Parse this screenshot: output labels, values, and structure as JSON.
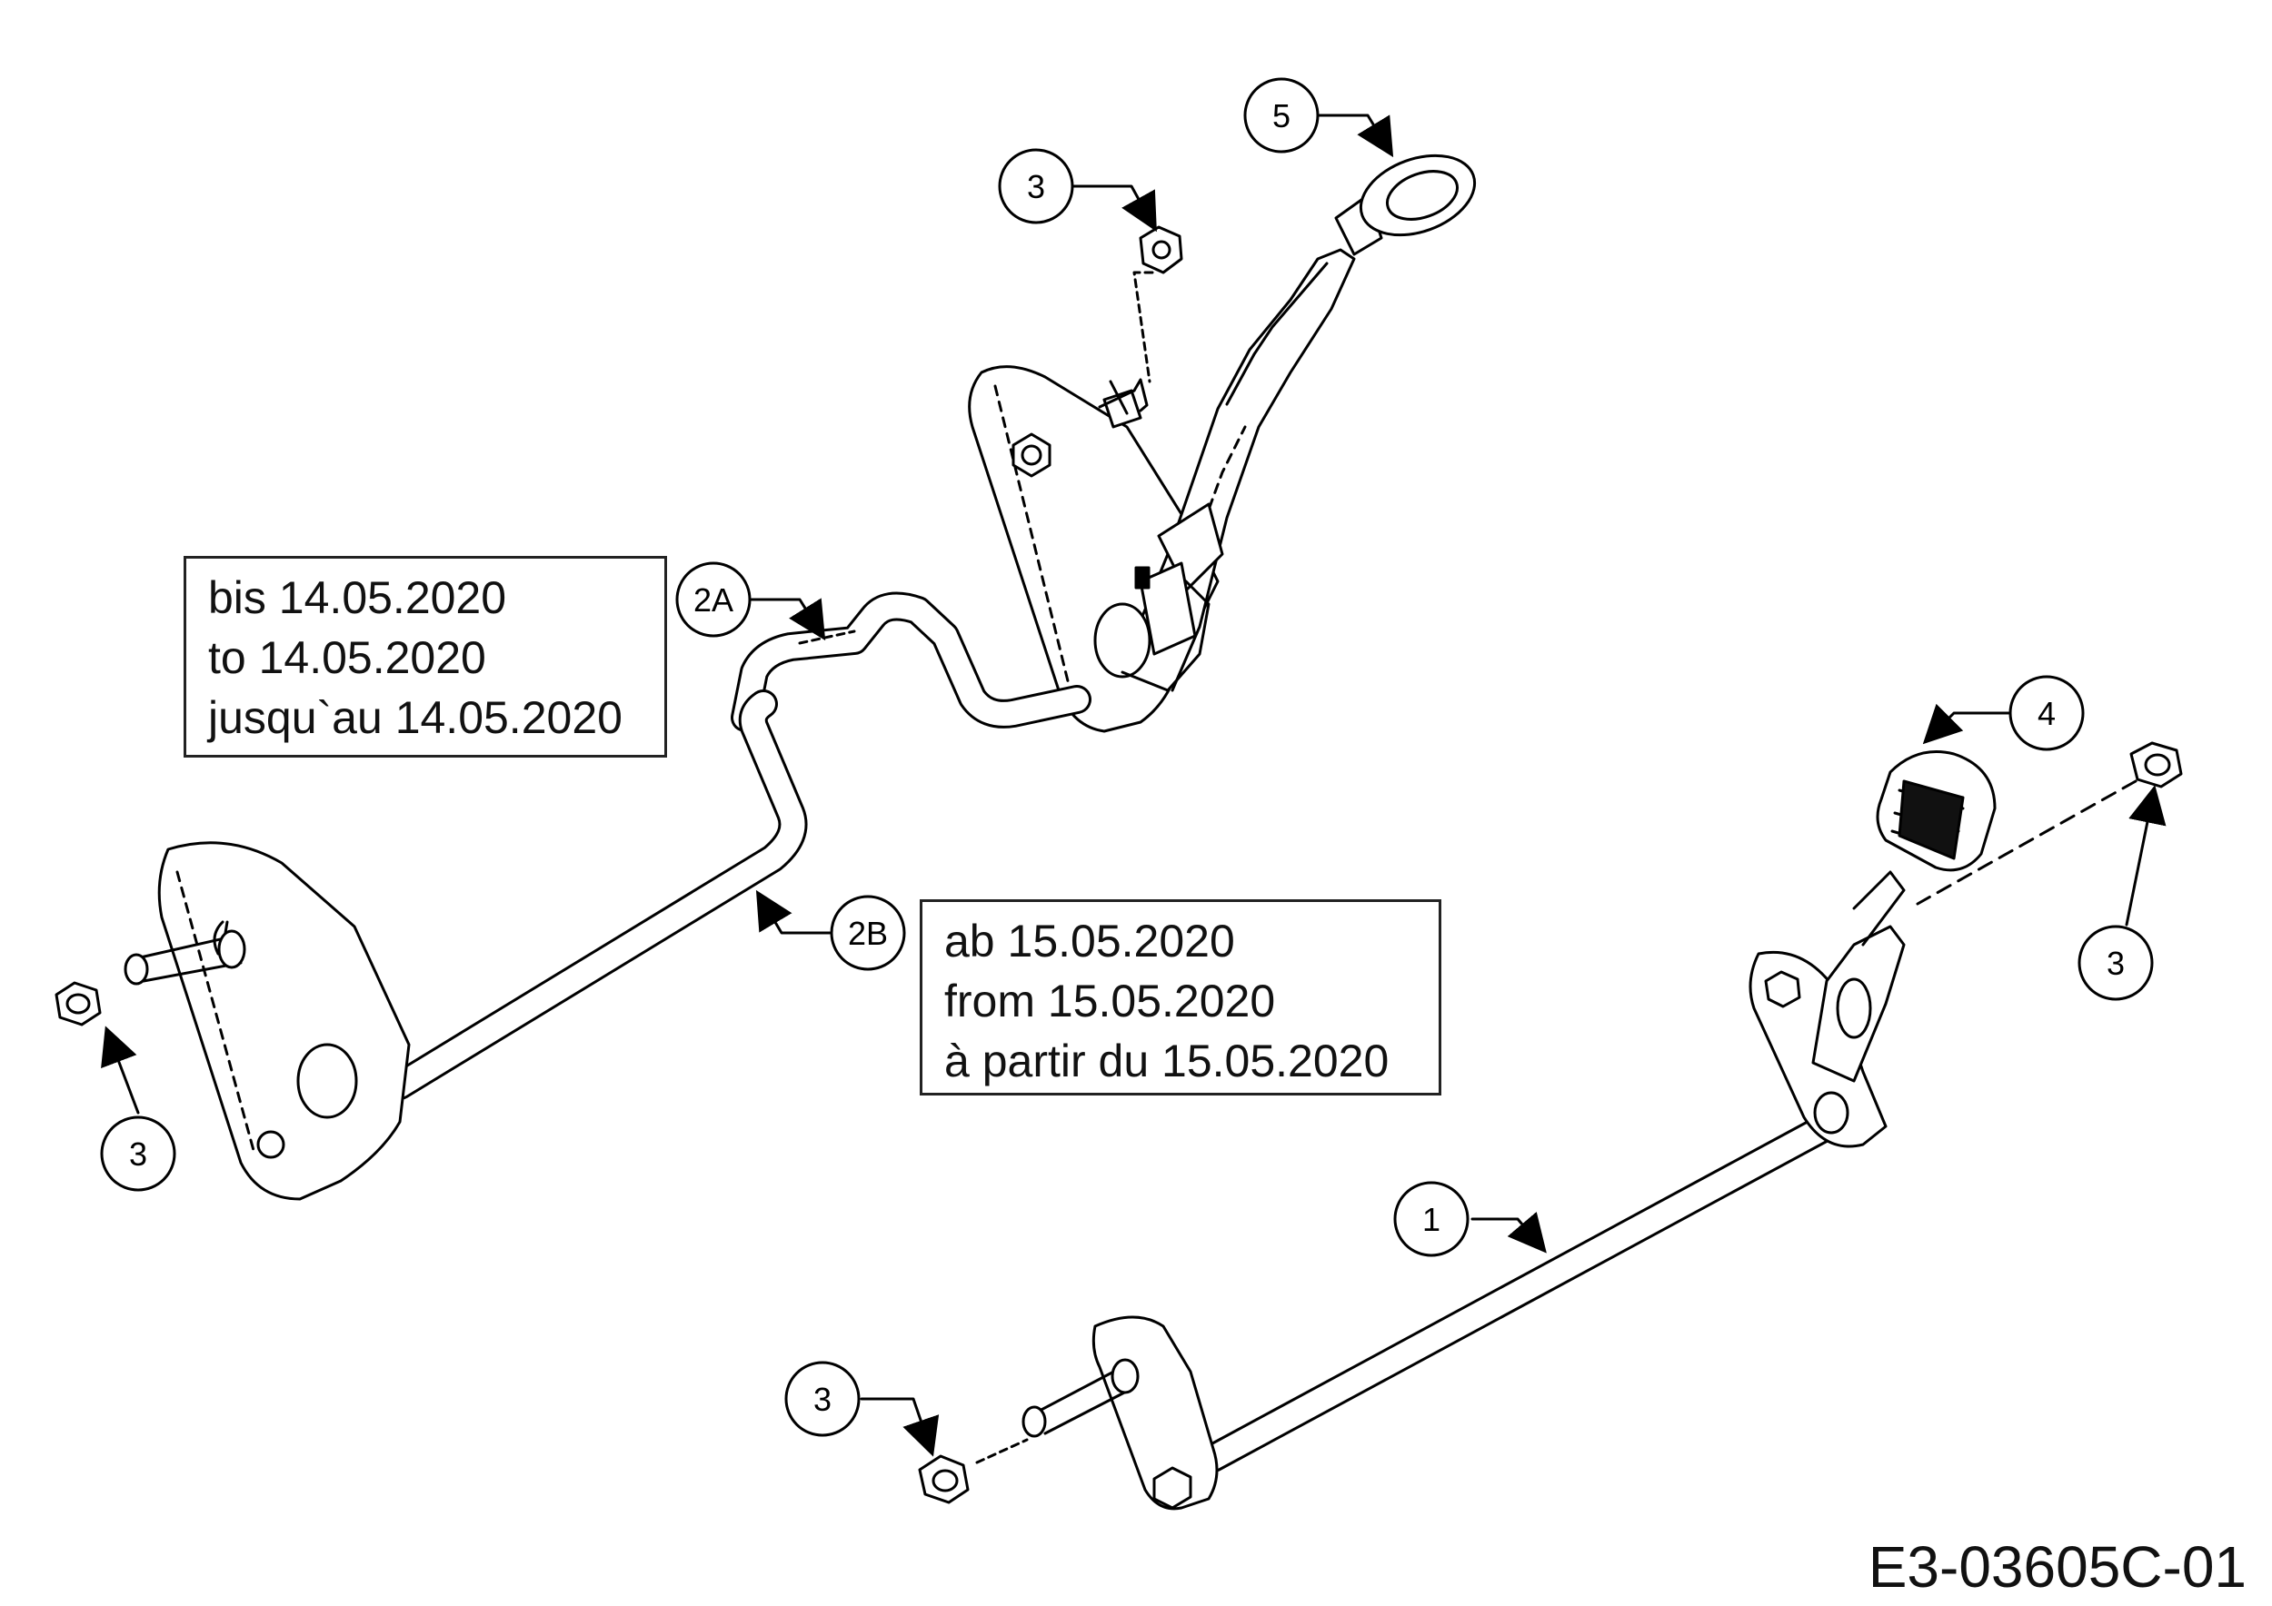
{
  "callouts": [
    {
      "id": "c1",
      "label": "1"
    },
    {
      "id": "c2a",
      "label": "2A"
    },
    {
      "id": "c2b",
      "label": "2B"
    },
    {
      "id": "c3a",
      "label": "3"
    },
    {
      "id": "c3b",
      "label": "3"
    },
    {
      "id": "c3c",
      "label": "3"
    },
    {
      "id": "c3d",
      "label": "3"
    },
    {
      "id": "c4",
      "label": "4"
    },
    {
      "id": "c5",
      "label": "5"
    }
  ],
  "notes": {
    "before": [
      "bis 14.05.2020",
      "to 14.05.2020",
      "jusqu`au 14.05.2020"
    ],
    "after": [
      "ab 15.05.2020",
      "from 15.05.2020",
      "à partir du 15.05.2020"
    ]
  },
  "drawing_code": "E3-03605C-01"
}
